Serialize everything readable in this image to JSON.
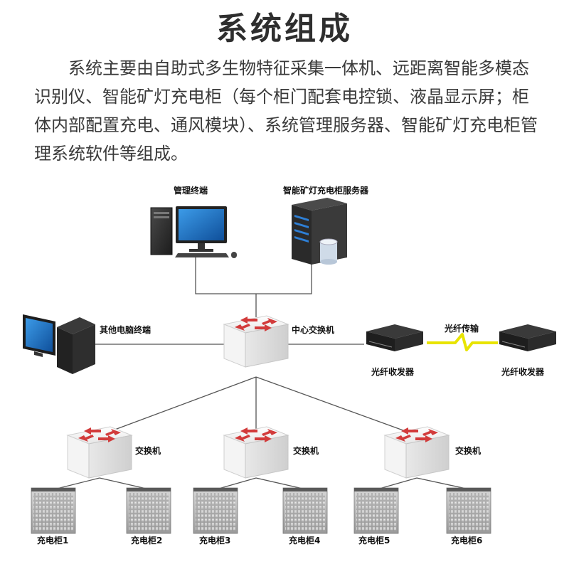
{
  "title": "系统组成",
  "description": "系统主要由自助式多生物特征采集一体机、远距离智能多模态识别仪、智能矿灯充电柜（每个柜门配套电控锁、液晶显示屏；柜体内部配置充电、通风模块）、系统管理服务器、智能矿灯充电柜管理系统软件等组成。",
  "nodes": {
    "mgmt_terminal": "管理终端",
    "server": "智能矿灯充电柜服务器",
    "other_pc": "其他电脑终端",
    "core_switch": "中心交换机",
    "fiber_left": "光纤收发器",
    "fiber_right": "光纤收发器",
    "fiber_link": "光纤传输",
    "switch_1": "交换机",
    "switch_2": "交换机",
    "switch_3": "交换机",
    "cabinets": [
      "充电柜1",
      "充电柜2",
      "充电柜3",
      "充电柜4",
      "充电柜5",
      "充电柜6"
    ]
  },
  "colors": {
    "line": "#555555",
    "switch_face": "#f2f2f2",
    "arrow": "#d23b3b",
    "fiber": "#e8e400",
    "screen": "#1e73c8"
  }
}
